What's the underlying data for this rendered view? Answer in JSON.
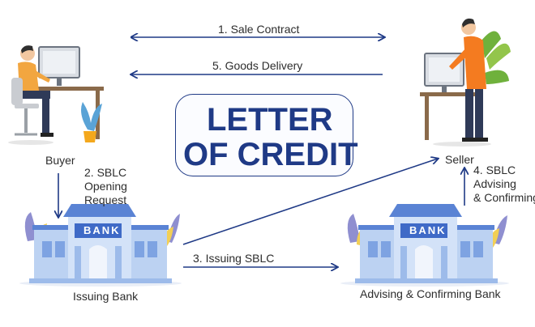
{
  "title": {
    "line1": "LETTER",
    "line2": "OF CREDIT"
  },
  "parties": {
    "buyer": "Buyer",
    "seller": "Seller",
    "issuing_bank": "Issuing Bank",
    "advising_bank": "Advising & Confirming Bank",
    "bank_sign": "BANK"
  },
  "flows": {
    "sale_contract": "1. Sale Contract",
    "opening_request_line1": "2. SBLC",
    "opening_request_line2": "Opening",
    "opening_request_line3": "Request",
    "issuing": "3. Issuing SBLC",
    "advising_line1": "4. SBLC",
    "advising_line2": "Advising",
    "advising_line3": "& Confirming",
    "goods_delivery": "5. Goods Delivery"
  },
  "colors": {
    "arrow": "#1f3a86",
    "title": "#1f3a86",
    "bank_body": "#bcd2f2",
    "bank_roof": "#5a83d4",
    "buyer_shirt": "#f2a640",
    "seller_shirt": "#f47b20",
    "plant": "#5aa3d6"
  }
}
